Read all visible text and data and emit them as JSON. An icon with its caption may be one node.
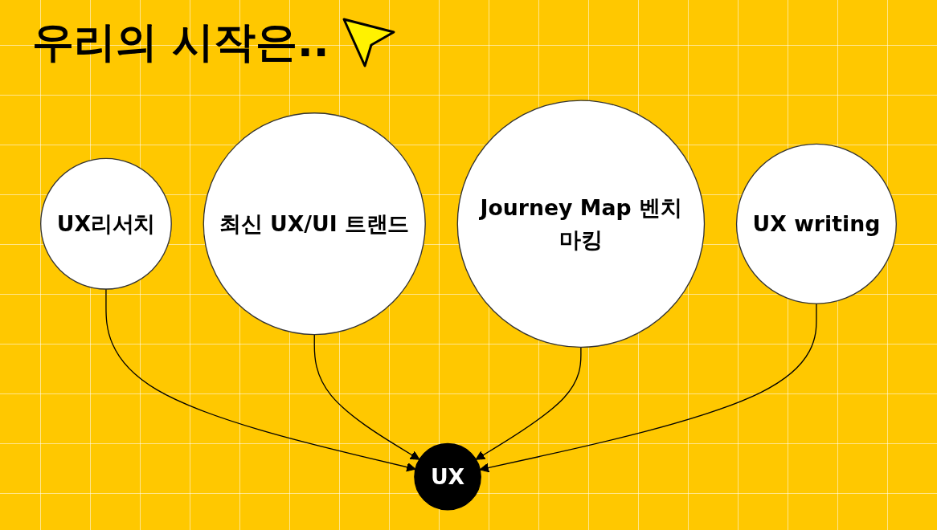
{
  "diagram": {
    "title": "우리의 시작은..",
    "nodes": [
      {
        "text": [
          "UX리서치"
        ]
      },
      {
        "text": [
          "최신 UX/UI 트랜드"
        ]
      },
      {
        "text": [
          "Journey Map 벤치마킹"
        ]
      },
      {
        "text": [
          "UX writing"
        ]
      },
      {
        "text": [
          "UX"
        ]
      }
    ],
    "edges": [
      {
        "from": 0,
        "to": 4,
        "arrow": "to"
      },
      {
        "from": 1,
        "to": 4,
        "arrow": "to"
      },
      {
        "from": 2,
        "to": 4,
        "arrow": "to"
      },
      {
        "from": 3,
        "to": 4,
        "arrow": "to"
      }
    ]
  }
}
